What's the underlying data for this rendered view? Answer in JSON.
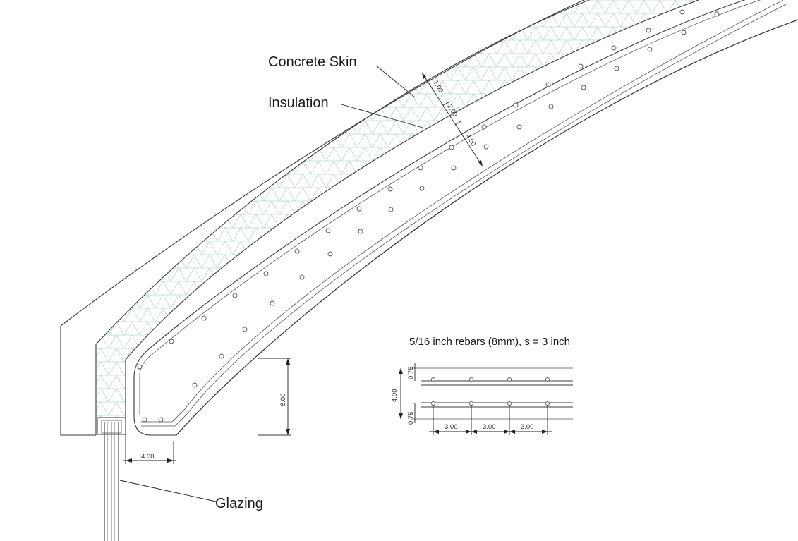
{
  "labels": {
    "concrete_skin": "Concrete Skin",
    "insulation": "Insulation",
    "glazing": "Glazing",
    "rebar_note": "5/16 inch rebars (8mm), s = 3 inch"
  },
  "dimensions": {
    "skin_thickness": "1.00",
    "insulation_thickness": "2.00",
    "inner_thickness": "4.00",
    "vertical_height": "6.00",
    "base_width": "4.00",
    "section_depth": "4.00",
    "cover_top": "0.75",
    "cover_bottom": "0.75",
    "spacing_1": "3.00",
    "spacing_2": "3.00",
    "spacing_3": "3.00"
  },
  "colors": {
    "line": "#3a3a3a",
    "insulation_hatch": "#b9d6d2",
    "background": "#ffffff"
  }
}
